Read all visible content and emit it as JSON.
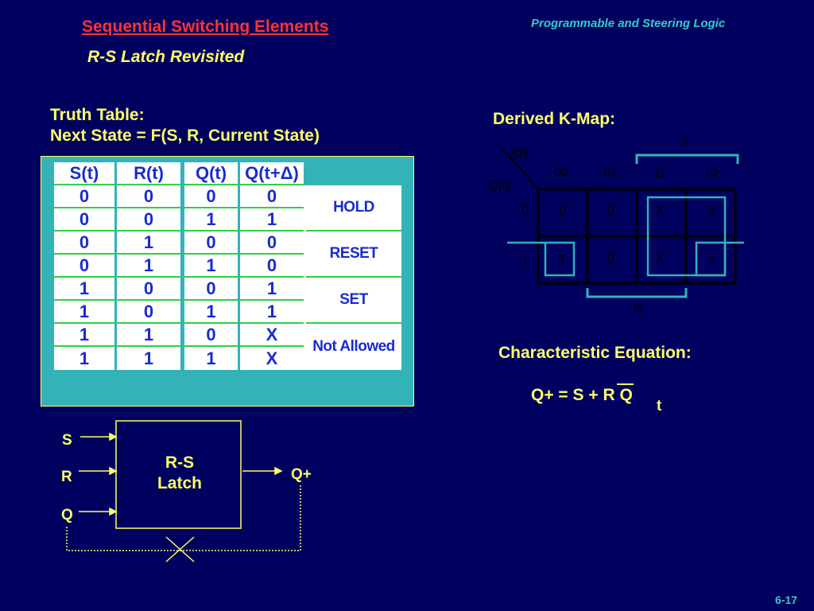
{
  "header": {
    "title": "Sequential Switching Elements",
    "subtitle": "R-S Latch Revisited",
    "course": "Programmable and Steering Logic"
  },
  "truth_table": {
    "heading_line1": "Truth Table:",
    "heading_line2": "Next State = F(S, R, Current State)",
    "columns": [
      "S(t)",
      "R(t)",
      "Q(t)",
      "Q(t+Δ)"
    ],
    "rows": [
      [
        "0",
        "0",
        "0",
        "0"
      ],
      [
        "0",
        "0",
        "1",
        "1"
      ],
      [
        "0",
        "1",
        "0",
        "0"
      ],
      [
        "0",
        "1",
        "1",
        "0"
      ],
      [
        "1",
        "0",
        "0",
        "1"
      ],
      [
        "1",
        "0",
        "1",
        "1"
      ],
      [
        "1",
        "1",
        "0",
        "X"
      ],
      [
        "1",
        "1",
        "1",
        "X"
      ]
    ],
    "labels": [
      "HOLD",
      "RESET",
      "SET",
      "Not Allowed"
    ]
  },
  "kmap": {
    "heading": "Derived K-Map:",
    "col_var": "SR",
    "row_var": "Q(t)",
    "col_labels": [
      "00",
      "01",
      "11",
      "10"
    ],
    "row_labels": [
      "0",
      "1"
    ],
    "cells": [
      [
        "0",
        "0",
        "X",
        "1"
      ],
      [
        "1",
        "0",
        "X",
        "1"
      ]
    ],
    "s_label": "S",
    "r_label": "R"
  },
  "characteristic": {
    "heading": "Characteristic Equation:",
    "equation": "Q+ = S + R Q",
    "subscript": "t"
  },
  "latch": {
    "inputs": [
      "S",
      "R",
      "Q"
    ],
    "name_line1": "R-S",
    "name_line2": "Latch",
    "output": "Q+"
  },
  "page_number": "6-17",
  "colors": {
    "background": "#00005e",
    "title": "#ff3333",
    "text": "#ffff66",
    "accent": "#33cccc",
    "table_digits": "#1a2bd0",
    "table_rule": "#30d040"
  }
}
